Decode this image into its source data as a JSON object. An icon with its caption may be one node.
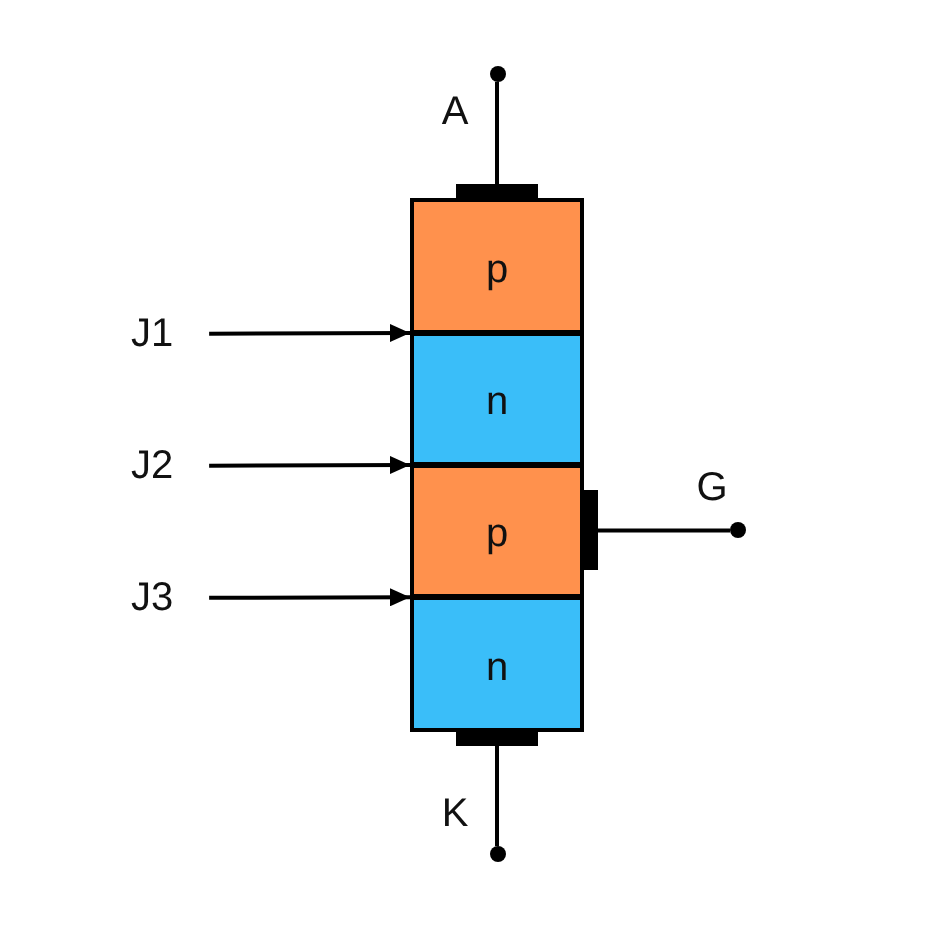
{
  "diagram": {
    "nodes": [
      {
        "text": [],
        "shape": "circle",
        "beside": [
          "A"
        ]
      },
      {
        "text": [
          "p"
        ]
      },
      {
        "text": [
          "J1"
        ]
      },
      {
        "text": [],
        "shape": "bar"
      },
      {
        "text": [
          "n"
        ]
      },
      {
        "text": [
          "J2"
        ]
      },
      {
        "text": [],
        "shape": "bar"
      },
      {
        "text": [
          "p"
        ]
      },
      {
        "text": [],
        "shape": "circle",
        "beside": [
          "G"
        ]
      },
      {
        "text": [
          "J3"
        ]
      },
      {
        "text": [],
        "shape": "bar"
      },
      {
        "text": [
          "n"
        ]
      },
      {
        "text": [],
        "shape": "circle",
        "beside": [
          "K"
        ]
      }
    ],
    "edges": [
      {
        "from": 1,
        "to": 0,
        "arrow": "none"
      },
      {
        "from": 2,
        "to": 3,
        "arrow": "to"
      },
      {
        "from": 5,
        "to": 6,
        "arrow": "to"
      },
      {
        "from": 7,
        "to": 8,
        "arrow": "none"
      },
      {
        "from": 9,
        "to": 10,
        "arrow": "to"
      },
      {
        "from": 11,
        "to": 12,
        "arrow": "none"
      }
    ]
  }
}
